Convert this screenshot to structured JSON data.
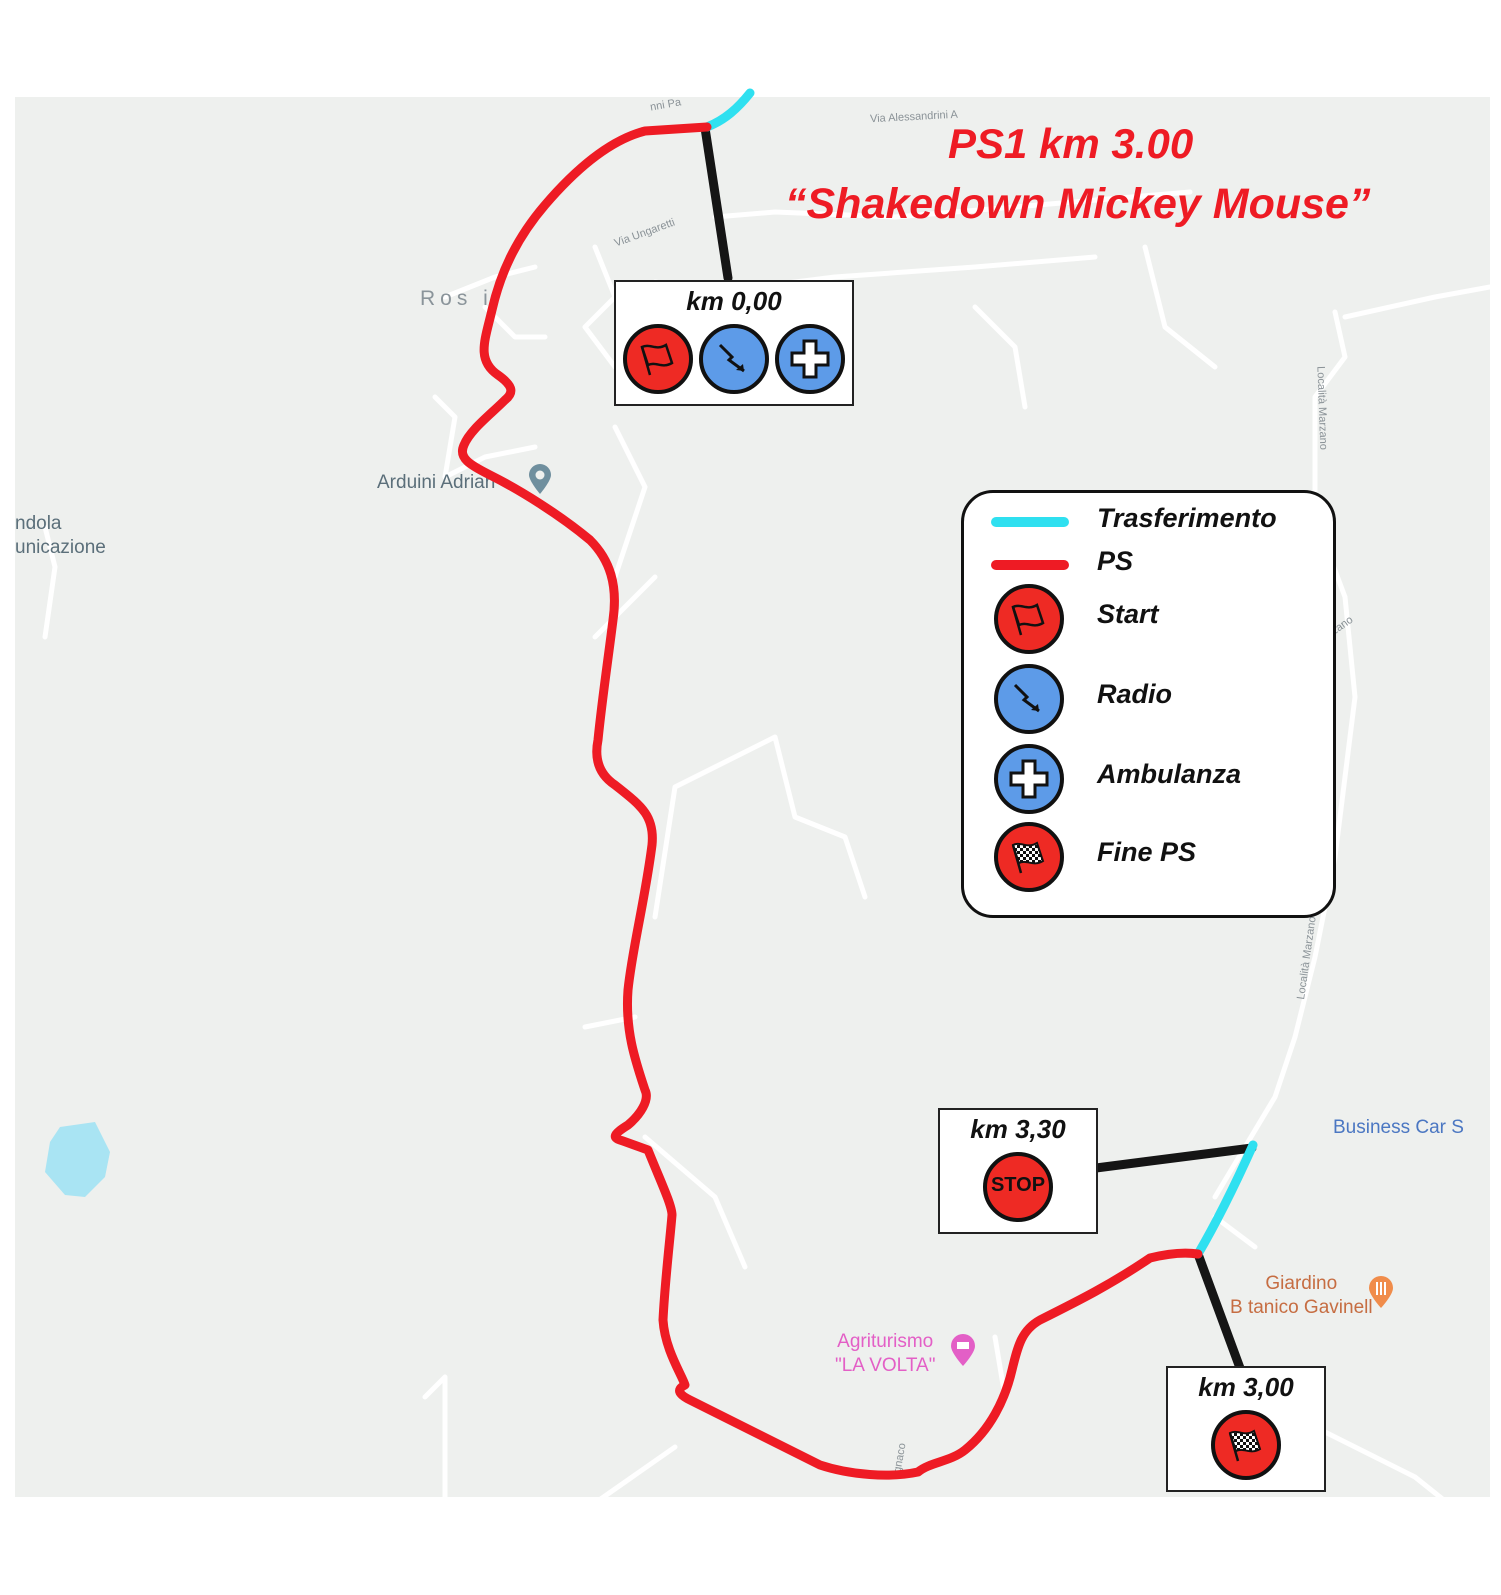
{
  "title": {
    "line1": "PS1 km 3.00",
    "line2": "“Shakedown Mickey Mouse”"
  },
  "colors": {
    "ps_route": "#ee1b24",
    "transfer": "#2fe0f0",
    "connector": "#151515",
    "start_icon": "#ee2a24",
    "radio_icon": "#5d9be8",
    "ambulance_icon": "#5d9be8",
    "finish_icon": "#ee2a24",
    "map_background": "#eef0ee",
    "water": "#a9e4f3"
  },
  "checkpoints": {
    "start": {
      "km": "km 0,00",
      "icons": [
        "start-flag-icon",
        "radio-icon",
        "ambulance-icon"
      ]
    },
    "finish": {
      "km": "km 3,00",
      "icons": [
        "finish-flag-icon"
      ]
    },
    "stop": {
      "km": "km 3,30",
      "icons": [
        "stop-icon"
      ],
      "stop_text": "STOP"
    }
  },
  "legend": {
    "items": [
      {
        "label": "Trasferimento",
        "symbol": "transfer-line"
      },
      {
        "label": "PS",
        "symbol": "ps-line"
      },
      {
        "label": "Start",
        "symbol": "start-flag-icon"
      },
      {
        "label": "Radio",
        "symbol": "radio-icon"
      },
      {
        "label": "Ambulanza",
        "symbol": "ambulance-icon"
      },
      {
        "label": "Fine PS",
        "symbol": "finish-flag-icon"
      }
    ]
  },
  "map_labels": {
    "rossi": "Ros i",
    "arduini": "Arduini Adrian",
    "andola": "ndola",
    "comunicazione": "unicazione",
    "agriturismo_line1": "Agriturismo",
    "agriturismo_line2": "\"LA VOLTA\"",
    "giardino_line1": "Giardino",
    "giardino_line2": "B tanico Gavinell",
    "business": "Business Car S",
    "via_alessandrini": "Via Alessandrini A",
    "via_ungaretti": "Via Ungaretti",
    "via_pa": "nni Pa",
    "localita_marzano_1": "Località Marzano",
    "localita_marzano_2": "Località Marzano",
    "marzano": "Marzano",
    "gnaco": "gnaco"
  }
}
